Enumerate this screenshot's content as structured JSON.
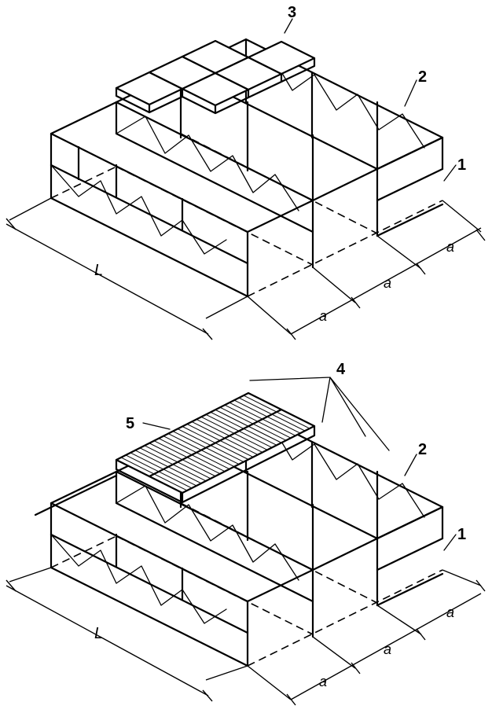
{
  "top_figure": {
    "callouts": [
      "3",
      "2",
      "1"
    ],
    "dims": {
      "span_length": "L",
      "bay_widths": [
        "a",
        "a",
        "a"
      ]
    }
  },
  "bottom_figure": {
    "callouts": [
      "4",
      "5",
      "2",
      "1"
    ],
    "dims": {
      "span_length": "L",
      "bay_widths": [
        "a",
        "a",
        "a"
      ]
    }
  }
}
